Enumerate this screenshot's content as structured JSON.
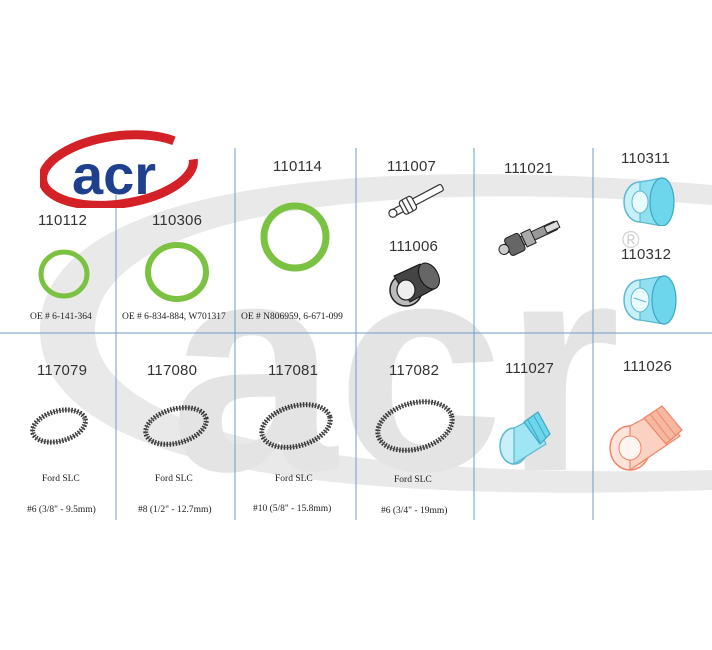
{
  "brand": {
    "logo_text": "acr",
    "registered_mark": "®",
    "watermark_text": "acr"
  },
  "colors": {
    "brand_red": "#d42027",
    "brand_blue": "#1f3f8f",
    "oring_green": "#7cc242",
    "cyan_part": "#5fd0e8",
    "orange_part": "#f08a6a",
    "grid_blue": "#5a8fc8"
  },
  "parts": [
    {
      "number": "110112",
      "note": "OE # 6-141-364",
      "icon": "green-o-ring"
    },
    {
      "number": "110306",
      "note": "OE # 6-834-884, W701317",
      "icon": "green-o-ring"
    },
    {
      "number": "110114",
      "note": "OE # N806959, 6-671-099",
      "icon": "green-o-ring"
    },
    {
      "number": "111007",
      "icon": "valve-core"
    },
    {
      "number": "111006",
      "icon": "valve-cap-black"
    },
    {
      "number": "111021",
      "icon": "valve-core-long"
    },
    {
      "number": "110311",
      "icon": "cap-cyan"
    },
    {
      "number": "110312",
      "icon": "cap-cyan"
    },
    {
      "number": "117079",
      "note": "Ford SLC",
      "size": "#6 (3/8\" - 9.5mm)",
      "icon": "gasket"
    },
    {
      "number": "117080",
      "note": "Ford SLC",
      "size": "#8 (1/2\" - 12.7mm)",
      "icon": "gasket"
    },
    {
      "number": "117081",
      "note": "Ford SLC",
      "size": "#10 (5/8\" - 15.8mm)",
      "icon": "gasket"
    },
    {
      "number": "117082",
      "note": "Ford SLC",
      "size": "#6 (3/4\" - 19mm)",
      "icon": "gasket"
    },
    {
      "number": "111027",
      "icon": "cap-cyan"
    },
    {
      "number": "111026",
      "icon": "cap-orange"
    }
  ]
}
